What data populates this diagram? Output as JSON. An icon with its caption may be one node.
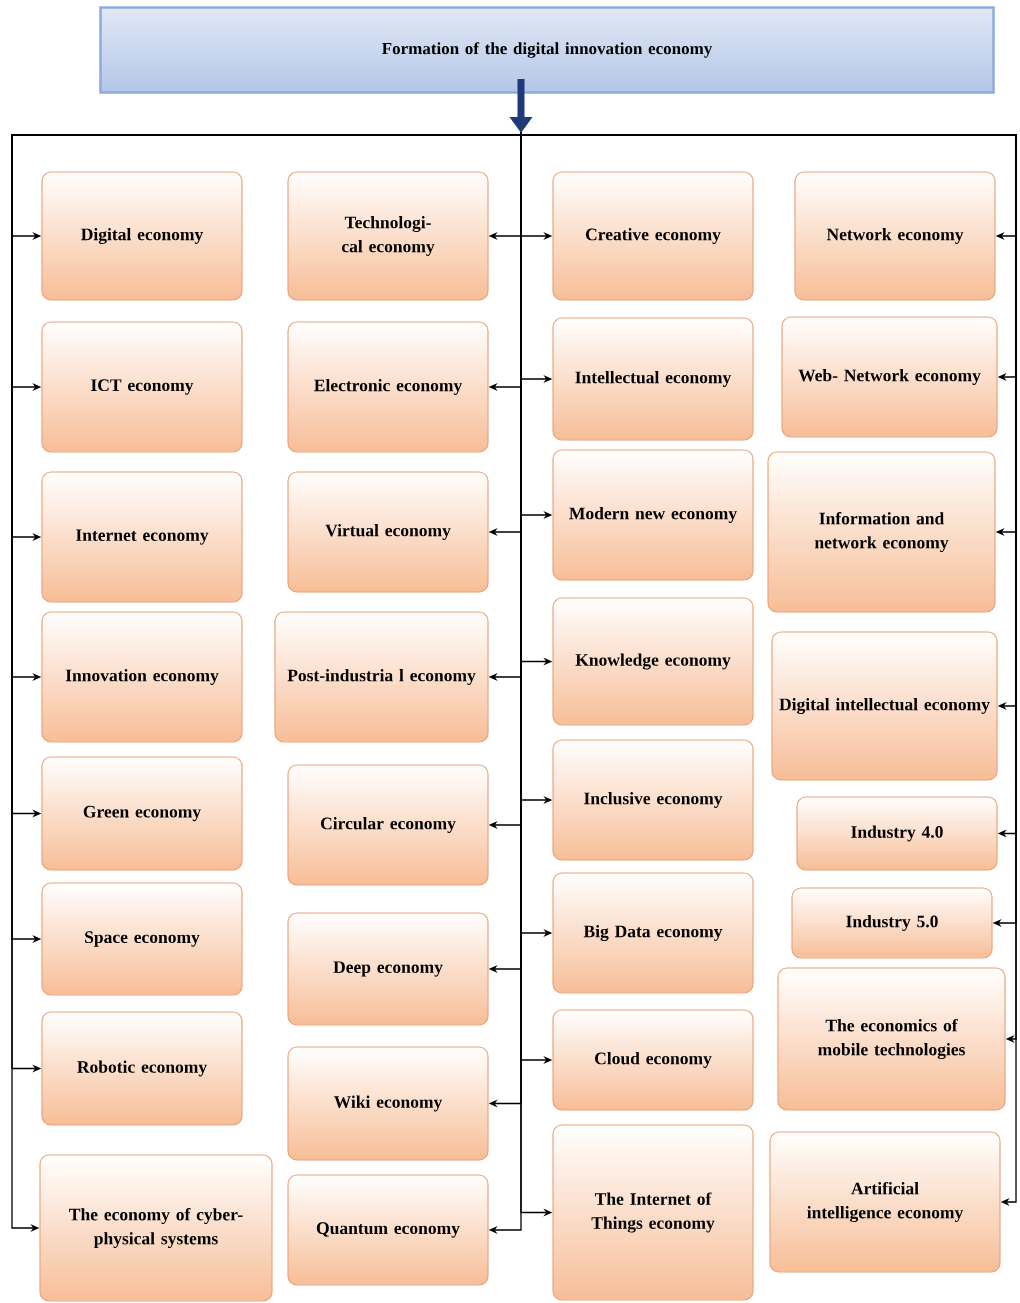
{
  "diagram": {
    "nodes": [
      {
        "text": [
          "Formation of the digital innovation economy"
        ]
      },
      {
        "text": [
          "Digital economy"
        ]
      },
      {
        "text": [
          "ICT economy"
        ]
      },
      {
        "text": [
          "Internet economy"
        ]
      },
      {
        "text": [
          "Innovation economy"
        ]
      },
      {
        "text": [
          "Green economy"
        ]
      },
      {
        "text": [
          "Space economy"
        ]
      },
      {
        "text": [
          "Robotic economy"
        ]
      },
      {
        "text": [
          "The economy of cyber-physical systems"
        ]
      },
      {
        "text": [
          "Technologi- cal economy"
        ]
      },
      {
        "text": [
          "Electronic economy"
        ]
      },
      {
        "text": [
          "Virtual economy"
        ]
      },
      {
        "text": [
          "Post-industria l economy"
        ]
      },
      {
        "text": [
          "Circular economy"
        ]
      },
      {
        "text": [
          "Deep economy"
        ]
      },
      {
        "text": [
          "Wiki economy"
        ]
      },
      {
        "text": [
          "Quantum economy"
        ]
      },
      {
        "text": [
          "Creative economy"
        ]
      },
      {
        "text": [
          "Intellectual economy"
        ]
      },
      {
        "text": [
          "Modern new economy"
        ]
      },
      {
        "text": [
          "Knowledge economy"
        ]
      },
      {
        "text": [
          "Inclusive economy"
        ]
      },
      {
        "text": [
          "Big Data economy"
        ]
      },
      {
        "text": [
          "Cloud economy"
        ]
      },
      {
        "text": [
          "The Internet of Things economy"
        ]
      },
      {
        "text": [
          "Network economy"
        ]
      },
      {
        "text": [
          "Web- Network economy"
        ]
      },
      {
        "text": [
          "Information and network economy"
        ]
      },
      {
        "text": [
          "Digital intellectual economy"
        ]
      },
      {
        "text": [
          "Industry 4.0"
        ]
      },
      {
        "text": [
          "Industry 5.0"
        ]
      },
      {
        "text": [
          "The economics of mobile technologies"
        ]
      },
      {
        "text": [
          "Artificial intelligence economy"
        ]
      }
    ],
    "edges": [
      {
        "from": 0,
        "to": 1,
        "arrow": "to"
      },
      {
        "from": 0,
        "to": 2,
        "arrow": "to"
      },
      {
        "from": 0,
        "to": 3,
        "arrow": "to"
      },
      {
        "from": 0,
        "to": 4,
        "arrow": "to"
      },
      {
        "from": 0,
        "to": 5,
        "arrow": "to"
      },
      {
        "from": 0,
        "to": 6,
        "arrow": "to"
      },
      {
        "from": 0,
        "to": 7,
        "arrow": "to"
      },
      {
        "from": 0,
        "to": 8,
        "arrow": "to"
      },
      {
        "from": 0,
        "to": 9,
        "arrow": "to"
      },
      {
        "from": 0,
        "to": 10,
        "arrow": "to"
      },
      {
        "from": 0,
        "to": 11,
        "arrow": "to"
      },
      {
        "from": 0,
        "to": 12,
        "arrow": "to"
      },
      {
        "from": 0,
        "to": 13,
        "arrow": "to"
      },
      {
        "from": 0,
        "to": 14,
        "arrow": "to"
      },
      {
        "from": 0,
        "to": 15,
        "arrow": "to"
      },
      {
        "from": 0,
        "to": 16,
        "arrow": "to"
      },
      {
        "from": 0,
        "to": 17,
        "arrow": "to"
      },
      {
        "from": 0,
        "to": 18,
        "arrow": "to"
      },
      {
        "from": 0,
        "to": 19,
        "arrow": "to"
      },
      {
        "from": 0,
        "to": 20,
        "arrow": "to"
      },
      {
        "from": 0,
        "to": 21,
        "arrow": "to"
      },
      {
        "from": 0,
        "to": 22,
        "arrow": "to"
      },
      {
        "from": 0,
        "to": 23,
        "arrow": "to"
      },
      {
        "from": 0,
        "to": 24,
        "arrow": "to"
      },
      {
        "from": 0,
        "to": 25,
        "arrow": "to"
      },
      {
        "from": 0,
        "to": 26,
        "arrow": "to"
      },
      {
        "from": 0,
        "to": 27,
        "arrow": "to"
      },
      {
        "from": 0,
        "to": 28,
        "arrow": "to"
      },
      {
        "from": 0,
        "to": 29,
        "arrow": "to"
      },
      {
        "from": 0,
        "to": 30,
        "arrow": "to"
      },
      {
        "from": 0,
        "to": 31,
        "arrow": "to"
      },
      {
        "from": 0,
        "to": 32,
        "arrow": "to"
      }
    ]
  }
}
